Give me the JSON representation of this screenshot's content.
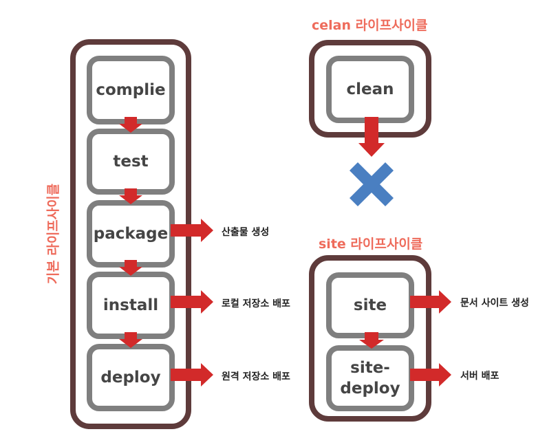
{
  "basic_lifecycle": {
    "title": "기본 라이프사이클",
    "phases": [
      "complie",
      "test",
      "package",
      "install",
      "deploy"
    ],
    "notes": {
      "package": "산출물 생성",
      "install": "로컬 저장소 배포",
      "deploy": "원격 저장소 배포"
    }
  },
  "clean_lifecycle": {
    "title": "celan 라이프사이클",
    "phases": [
      "clean"
    ],
    "cross_icon": "x-mark-icon"
  },
  "site_lifecycle": {
    "title": "site 라이프사이클",
    "phases": [
      "site",
      "site-\ndeploy"
    ],
    "notes": {
      "site": "문서 사이트 생성",
      "site_deploy": "서버 배포"
    }
  },
  "colors": {
    "group_border": "#5e3b3b",
    "stage_border": "#7f7f7f",
    "arrow": "#d22a2a",
    "title": "#ee6b5b",
    "cross": "#4a7fc1"
  }
}
